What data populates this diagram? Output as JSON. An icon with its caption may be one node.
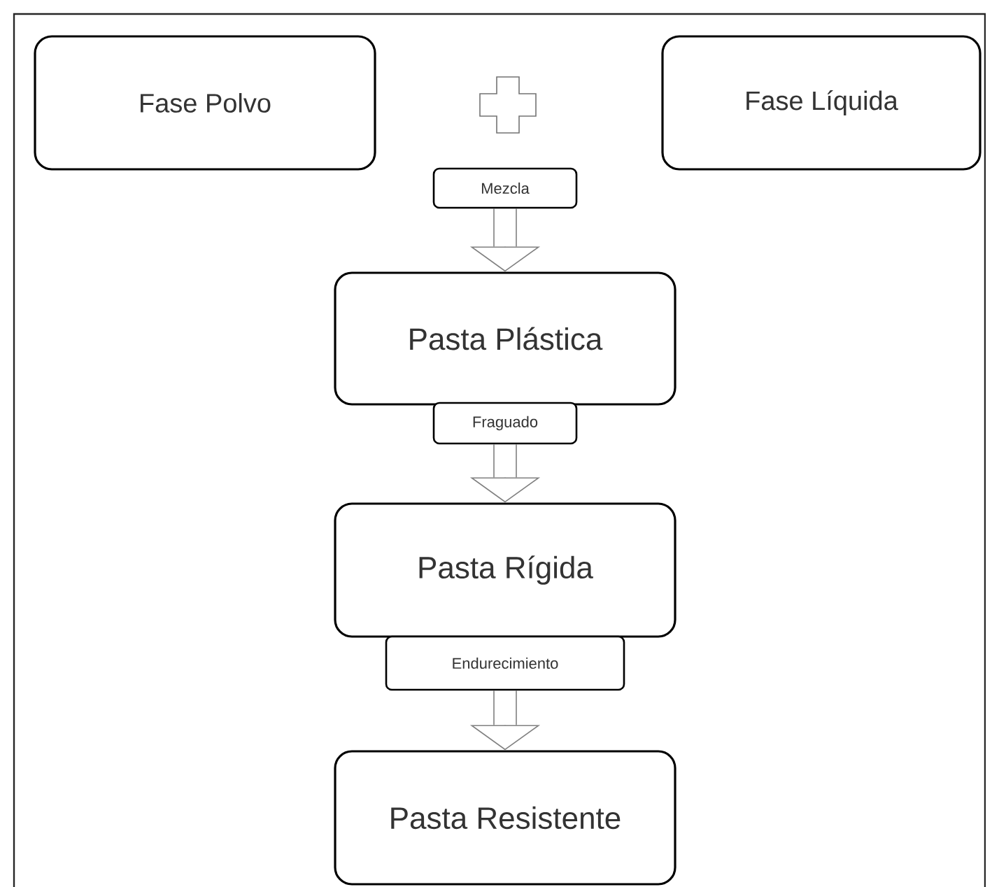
{
  "diagram": {
    "nodes": [
      {
        "text": [
          "Fase Polvo"
        ]
      },
      {
        "text": [
          "Fase Líquida"
        ]
      },
      {
        "text": [
          "Mezcla"
        ]
      },
      {
        "text": [
          "Pasta Plástica"
        ]
      },
      {
        "text": [
          "Fraguado"
        ]
      },
      {
        "text": [
          "Pasta Rígida"
        ]
      },
      {
        "text": [
          "Endurecimiento"
        ]
      },
      {
        "text": [
          "Pasta Resistente"
        ]
      }
    ],
    "edges": [
      {
        "from": 2,
        "to": 3,
        "arrow": "to"
      },
      {
        "from": 4,
        "to": 5,
        "arrow": "to"
      },
      {
        "from": 6,
        "to": 7,
        "arrow": "to"
      }
    ]
  }
}
